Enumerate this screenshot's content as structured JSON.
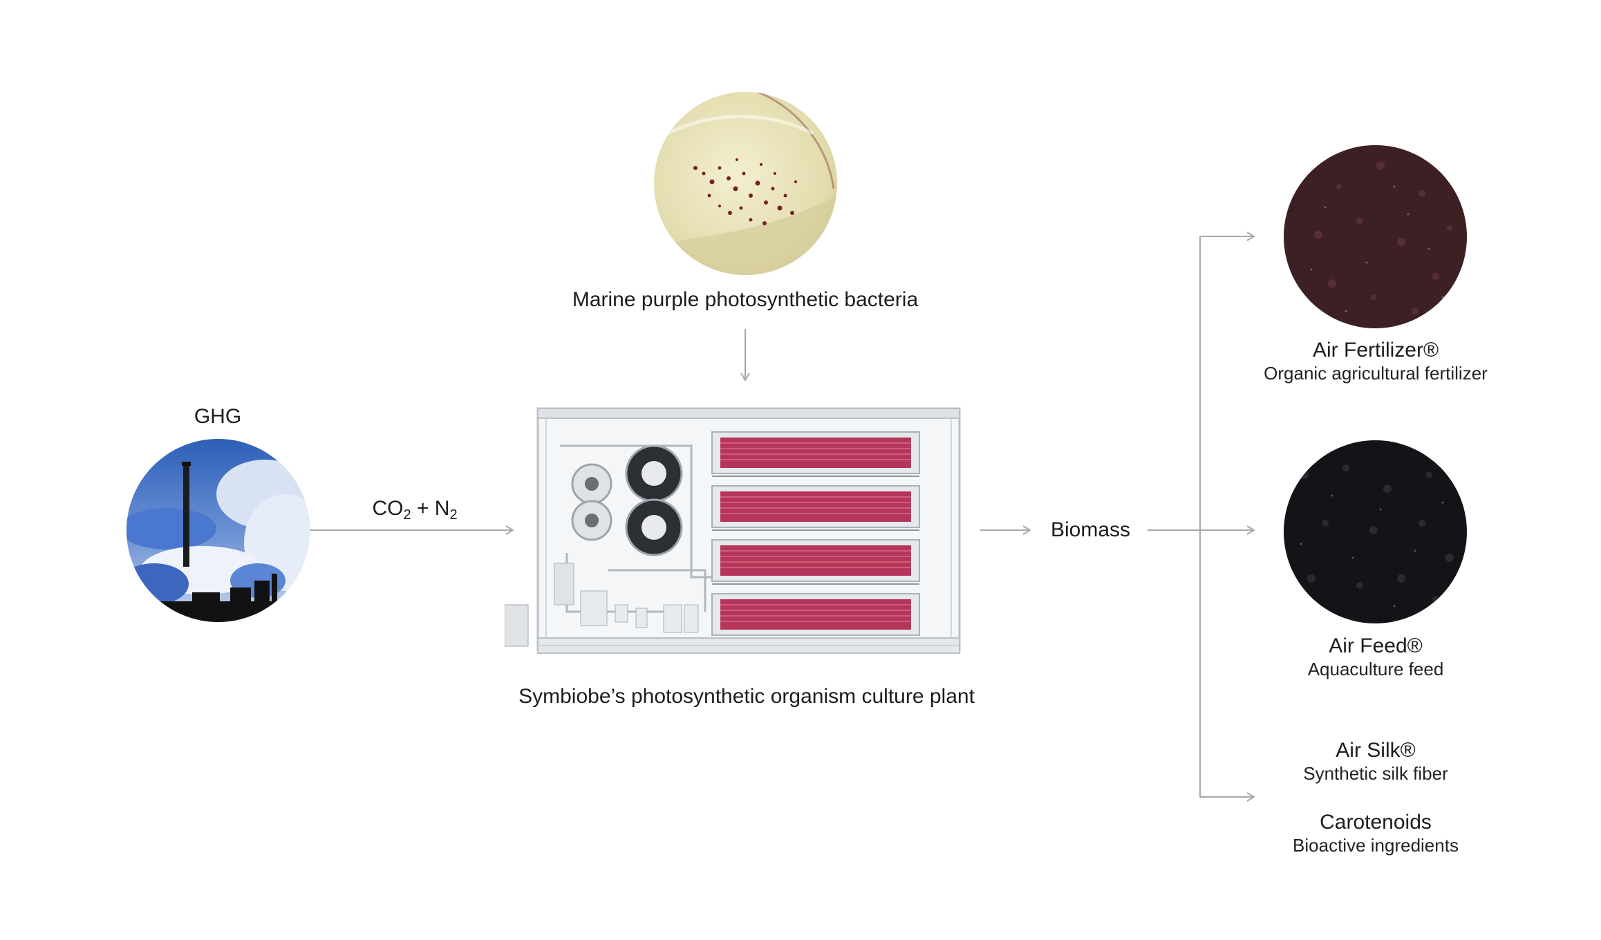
{
  "source": {
    "label": "GHG"
  },
  "gas_label": {
    "main_a": "CO",
    "sub_a": "2",
    "plus": " + ",
    "main_b": "N",
    "sub_b": "2"
  },
  "bacteria": {
    "label": "Marine purple photosynthetic bacteria"
  },
  "plant": {
    "label": "Symbiobe’s photosynthetic organism culture plant"
  },
  "biomass": {
    "label": "Biomass"
  },
  "products": [
    {
      "name": "Air Fertilizer®",
      "desc": "Organic agricultural fertilizer"
    },
    {
      "name": "Air Feed®",
      "desc": "Aquaculture feed"
    },
    {
      "name": "Air Silk®",
      "desc": "Synthetic silk fiber"
    },
    {
      "name": "Carotenoids",
      "desc": "Bioactive ingredients"
    }
  ],
  "colors": {
    "arrow": "#a8a8a8",
    "photobioreactor_tubes": "#b5365a",
    "fertilizer": "#3d2024",
    "feed": "#141418",
    "sky": "#3b6fc4"
  },
  "icons": {
    "ghg": "smokestack-photo",
    "bacteria": "petri-dish-photo",
    "plant": "culture-plant-illustration",
    "fertilizer": "fertilizer-granules-photo",
    "feed": "feed-granules-photo"
  }
}
